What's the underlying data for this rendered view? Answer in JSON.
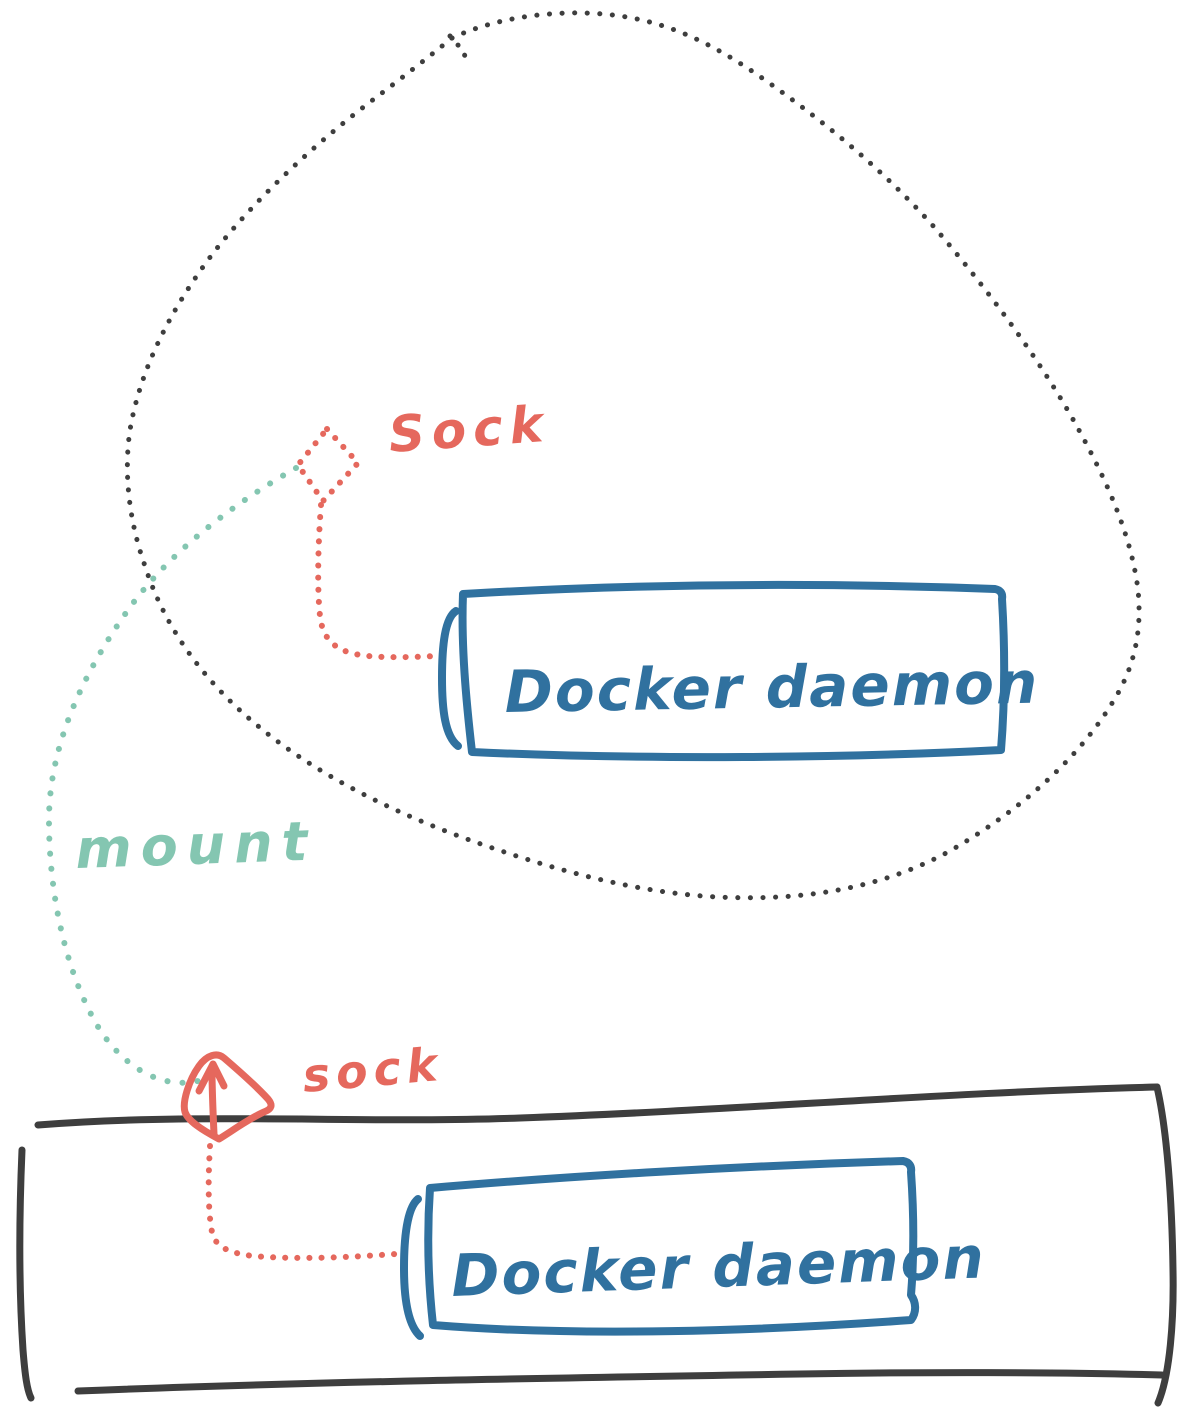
{
  "diagram": {
    "type": "hand-drawn sketch",
    "topic": "Docker daemon socket mounted from host into container"
  },
  "colors": {
    "background": "#ffffff",
    "container_outline": "#3e3e3e",
    "host_outline": "#3e3e3e",
    "sock_red": "#e5685d",
    "mount_teal": "#84c6b1",
    "daemon_blue": "#30719f"
  },
  "container": {
    "shape": "large dotted ellipse",
    "sock_label": "Sock",
    "daemon_box_label": "Docker daemon"
  },
  "connection": {
    "mount_label": "mount"
  },
  "host": {
    "shape": "large solid rectangle",
    "sock_label": "sock",
    "daemon_box_label": "Docker daemon"
  }
}
